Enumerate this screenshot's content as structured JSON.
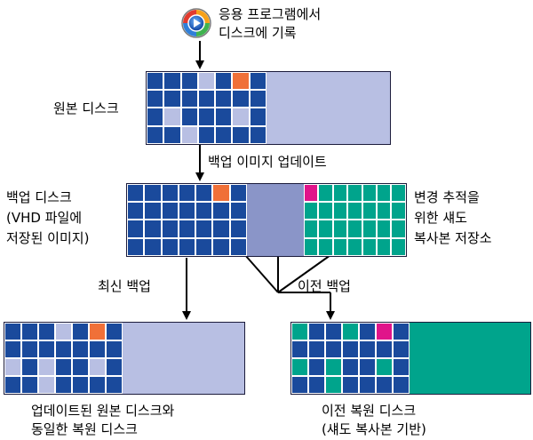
{
  "colors": {
    "dark_blue": "#1a4a9c",
    "light_lavender": "#b8bfe3",
    "orange": "#f07038",
    "magenta": "#e0148a",
    "teal": "#00a48c",
    "medium_blue": "#8a95c8",
    "arrow": "#000000"
  },
  "app_icon": {
    "icon": "media-player-icon"
  },
  "labels": {
    "top_app": [
      "응용 프로그램에서",
      "디스크에 기록"
    ],
    "original_disk": "원본 디스크",
    "backup_update": "백업 이미지 업데이트",
    "backup_disk": [
      "백업 디스크",
      "(VHD 파일에",
      "저장된 이미지)"
    ],
    "shadow_copy": [
      "변경 추적을",
      "위한 섀도",
      "복사본 저장소"
    ],
    "latest_backup": "최신 백업",
    "previous_backup": "이전 백업",
    "updated_restore": [
      "업데이트된 원본 디스크와",
      "동일한 복원 디스크"
    ],
    "previous_restore": [
      "이전 복원 디스크",
      "(섀도 복사본 기반)"
    ]
  },
  "grids": {
    "original": [
      [
        "B",
        "B",
        "B",
        "L",
        "B",
        "O",
        "B"
      ],
      [
        "B",
        "B",
        "B",
        "B",
        "B",
        "B",
        "B"
      ],
      [
        "B",
        "L",
        "B",
        "B",
        "B",
        "L",
        "B"
      ],
      [
        "B",
        "B",
        "L",
        "B",
        "B",
        "B",
        "B"
      ]
    ],
    "backup": [
      [
        "B",
        "B",
        "B",
        "B",
        "B",
        "O",
        "B"
      ],
      [
        "B",
        "B",
        "B",
        "B",
        "B",
        "B",
        "B"
      ],
      [
        "B",
        "B",
        "B",
        "B",
        "B",
        "B",
        "B"
      ],
      [
        "B",
        "B",
        "B",
        "B",
        "B",
        "B",
        "B"
      ]
    ],
    "shadow": [
      [
        "M",
        "T",
        "T",
        "T",
        "T",
        "T",
        "T"
      ],
      [
        "T",
        "T",
        "T",
        "T",
        "T",
        "T",
        "T"
      ],
      [
        "T",
        "T",
        "T",
        "T",
        "T",
        "T",
        "T"
      ],
      [
        "T",
        "T",
        "T",
        "T",
        "T",
        "T",
        "T"
      ]
    ],
    "latest": [
      [
        "B",
        "B",
        "B",
        "L",
        "B",
        "O",
        "B"
      ],
      [
        "B",
        "B",
        "B",
        "B",
        "B",
        "B",
        "B"
      ],
      [
        "L",
        "B",
        "L",
        "B",
        "B",
        "L",
        "B"
      ],
      [
        "B",
        "B",
        "L",
        "B",
        "B",
        "B",
        "B"
      ]
    ],
    "previous": [
      [
        "T",
        "B",
        "B",
        "T",
        "B",
        "M",
        "B"
      ],
      [
        "B",
        "B",
        "B",
        "B",
        "B",
        "B",
        "B"
      ],
      [
        "T",
        "B",
        "T",
        "B",
        "B",
        "T",
        "B"
      ],
      [
        "B",
        "B",
        "T",
        "B",
        "B",
        "B",
        "B"
      ]
    ]
  }
}
